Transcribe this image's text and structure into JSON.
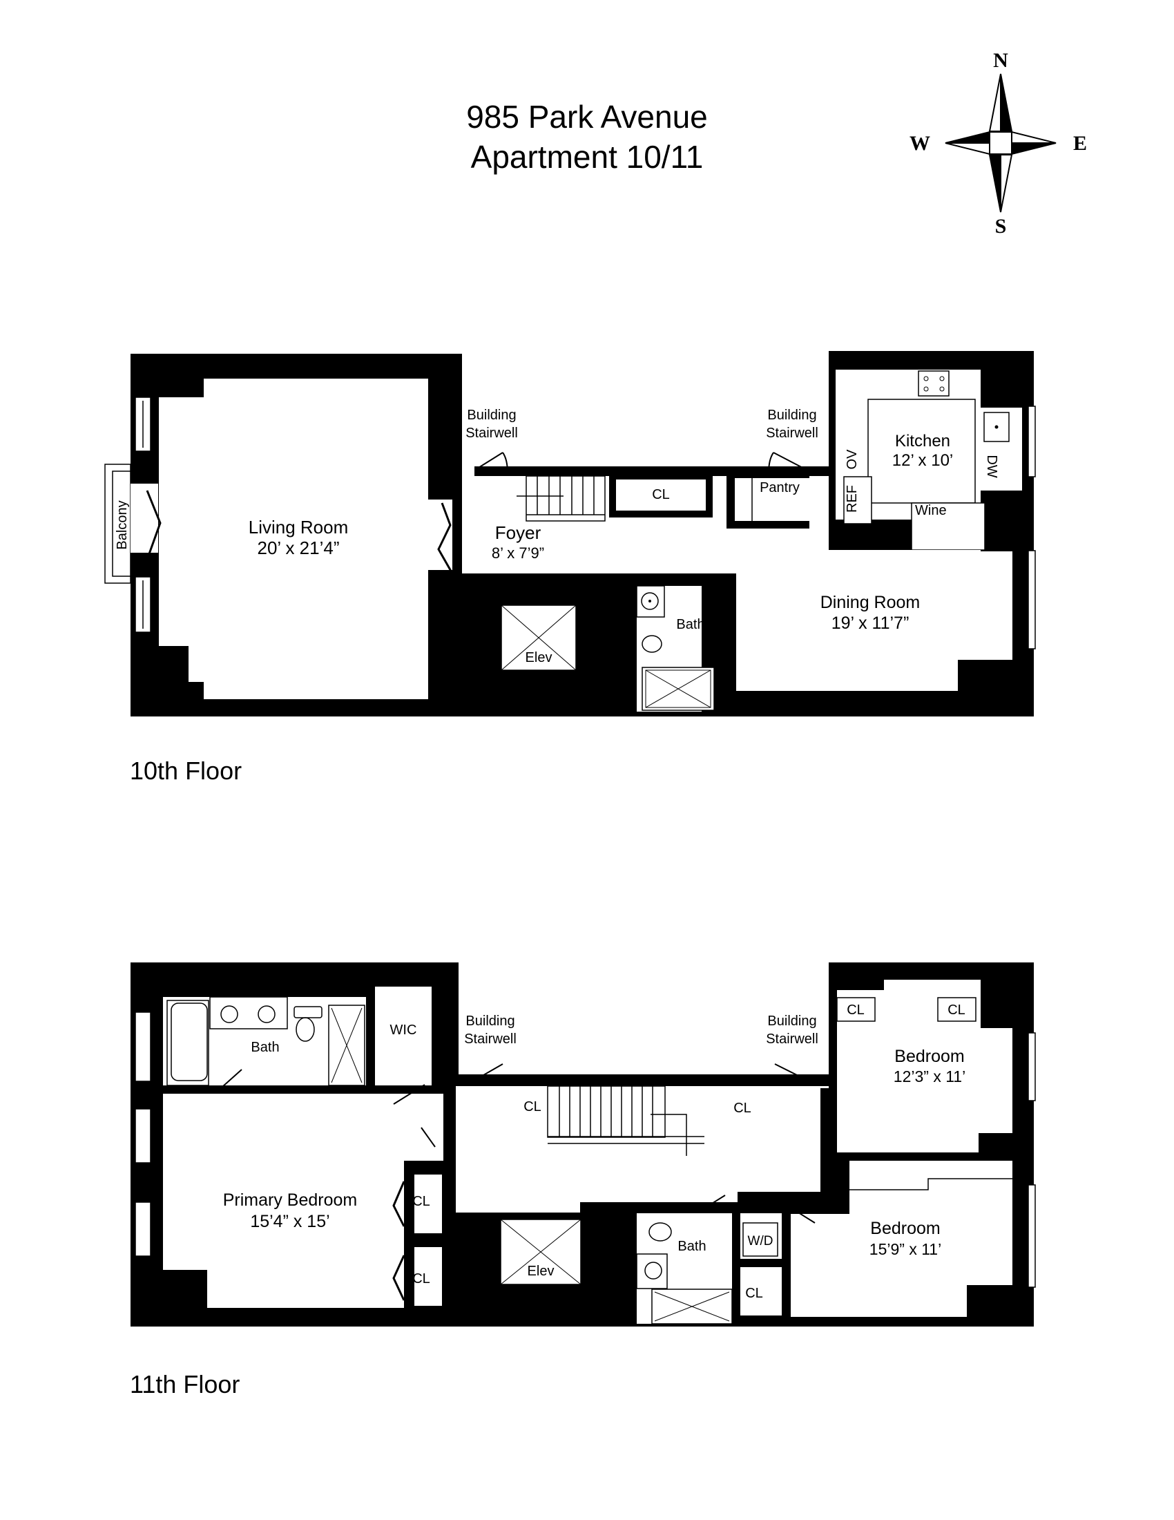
{
  "header": {
    "address": "985 Park Avenue",
    "unit": "Apartment 10/11"
  },
  "compass": {
    "n": "N",
    "s": "S",
    "e": "E",
    "w": "W"
  },
  "floors": [
    {
      "label": "10th Floor",
      "rooms": {
        "living": {
          "name": "Living Room",
          "dims": "20’ x 21’4”"
        },
        "balcony": {
          "name": "Balcony"
        },
        "stair_w": {
          "line1": "Building",
          "line2": "Stairwell"
        },
        "stair_e": {
          "line1": "Building",
          "line2": "Stairwell"
        },
        "foyer": {
          "name": "Foyer",
          "dims": "8’ x 7’9”"
        },
        "closet": {
          "name": "CL"
        },
        "pantry": {
          "name": "Pantry"
        },
        "kitchen": {
          "name": "Kitchen",
          "dims": "12’ x 10’"
        },
        "ov": "OV",
        "ref": "REF",
        "dw": "DW",
        "wine": "Wine",
        "elev": {
          "name": "Elev"
        },
        "bath": {
          "name": "Bath"
        },
        "dining": {
          "name": "Dining Room",
          "dims": "19’ x 11’7”"
        }
      }
    },
    {
      "label": "11th Floor",
      "rooms": {
        "bath": {
          "name": "Bath"
        },
        "wic": {
          "name": "WIC"
        },
        "stair_w": {
          "line1": "Building",
          "line2": "Stairwell"
        },
        "stair_e": {
          "line1": "Building",
          "line2": "Stairwell"
        },
        "primary": {
          "name": "Primary Bedroom",
          "dims": "15’4” x 15’"
        },
        "primary_cl1": "CL",
        "primary_cl2": "CL",
        "hall_cl_w": "CL",
        "hall_cl_e": "CL",
        "elev": {
          "name": "Elev"
        },
        "bath2": {
          "name": "Bath"
        },
        "wd": "W/D",
        "cl_s": "CL",
        "bed1": {
          "name": "Bedroom",
          "dims": "12’3” x 11’",
          "cl1": "CL",
          "cl2": "CL"
        },
        "bed2": {
          "name": "Bedroom",
          "dims": "15’9” x 11’"
        }
      }
    }
  ]
}
